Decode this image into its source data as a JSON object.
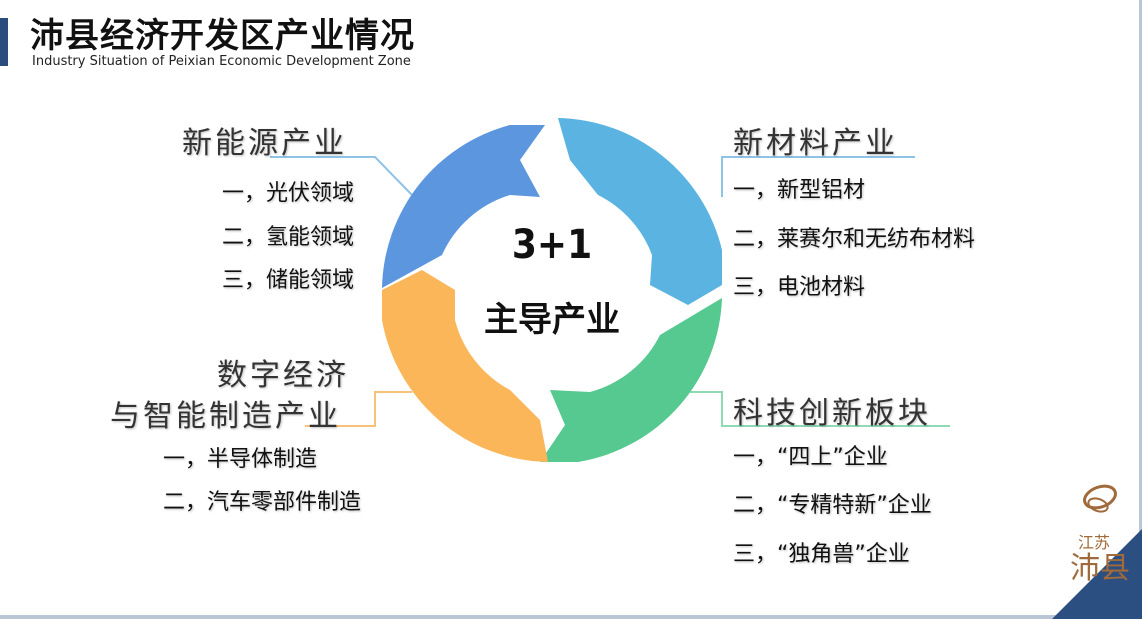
{
  "header": {
    "title": "沛县经济开发区产业情况",
    "subtitle": "Industry Situation of Peixian Economic Development Zone"
  },
  "center": {
    "number": "3+1",
    "label": "主导产业"
  },
  "segments": {
    "new_energy": {
      "title": "新能源产业",
      "items": [
        "一，光伏领域",
        "二，氢能领域",
        "三，储能领域"
      ],
      "color": "#5b96df"
    },
    "new_materials": {
      "title": "新材料产业",
      "items": [
        "一，新型铝材",
        "二，莱赛尔和无纺布材料",
        "三，电池材料"
      ],
      "color": "#5ab3e0"
    },
    "digital": {
      "title_line1": "数字经济",
      "title_line2": "与智能制造产业",
      "items": [
        "一，半导体制造",
        "二，汽车零部件制造"
      ],
      "color": "#fbb65a"
    },
    "tech": {
      "title": "科技创新板块",
      "items": [
        "一，“四上”企业",
        "二，“专精特新”企业",
        "三，“独角兽”企业"
      ],
      "color": "#55c98f"
    }
  },
  "logo": {
    "line1": "江苏",
    "line2": "沛县"
  }
}
